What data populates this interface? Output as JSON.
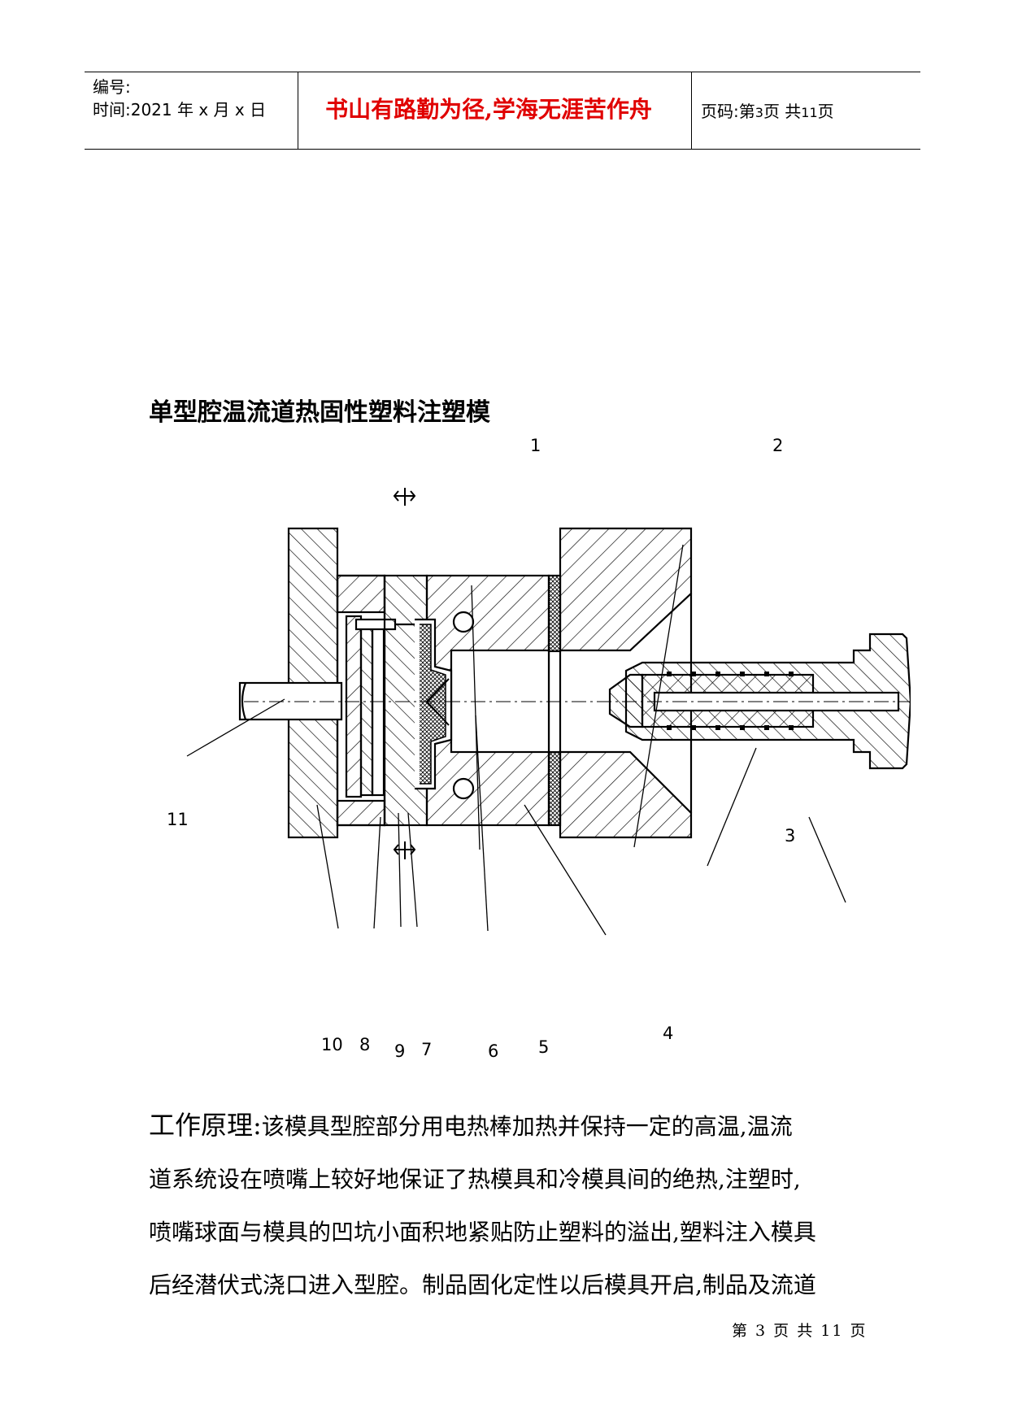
{
  "header": {
    "code_label": "编号:",
    "time_label": "时间:2021 年 x 月 x 日",
    "motto": "书山有路勤为径,学海无涯苦作舟",
    "page_prefix": "页码:第",
    "page_num": "3",
    "page_mid": "页 共",
    "page_total": "11",
    "page_suffix": "页"
  },
  "title": "单型腔温流道热固性塑料注塑模",
  "figure": {
    "labels": [
      "1",
      "2",
      "3",
      "4",
      "5",
      "6",
      "7",
      "8",
      "9",
      "10",
      "11"
    ]
  },
  "body": {
    "lines": [
      "工作原理:",
      "该模具型腔部分用电热棒加热并保持一定的高温,温流",
      "道系统设在喷嘴上较好地保证了热模具和冷模具间的绝热,注塑时,",
      "喷嘴球面与模具的凹坑小面积地紧贴防止塑料的溢出,塑料注入模具",
      "后经潜伏式浇口进入型腔。制品固化定性以后模具开启,制品及流道"
    ]
  },
  "footer": {
    "text": "第 3 页 共 11 页"
  }
}
